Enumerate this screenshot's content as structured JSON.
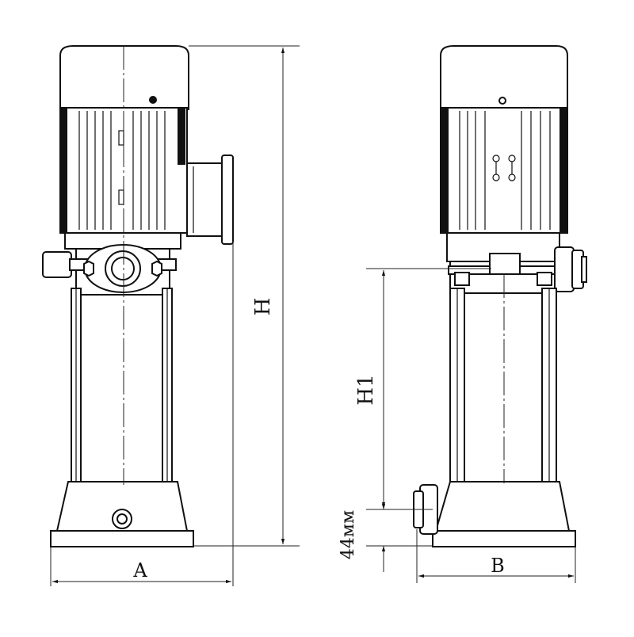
{
  "diagram": {
    "dimensions": {
      "height_label": "H",
      "width_label_front": "A",
      "width_label_side": "B",
      "inlet_height_label": "H1",
      "base_offset_label": "44мм"
    },
    "views": [
      "front-view",
      "side-view"
    ]
  }
}
